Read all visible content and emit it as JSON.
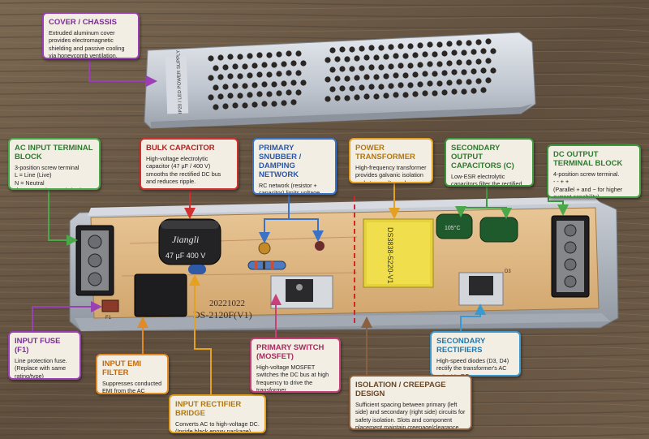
{
  "colors": {
    "cover": "#9b3fb5",
    "ac_input": "#4aa84a",
    "bulk_cap": "#d03030",
    "snubber": "#3a72c8",
    "transformer": "#e4a020",
    "output_caps": "#3f9a3f",
    "dc_output": "#3f9a3f",
    "fuse": "#9b3fb5",
    "emi": "#e08a28",
    "bridge": "#e4a020",
    "mosfet": "#c8407a",
    "rectifiers": "#3a9ad0",
    "isolation": "#8a6040"
  },
  "callouts": {
    "cover": {
      "title": "COVER / CHASSIS",
      "desc": "Extruded aluminum cover provides electromagnetic shielding and passive cooling via honeycomb ventilation."
    },
    "ac_input": {
      "title": "AC INPUT TERMINAL BLOCK",
      "desc": "3-position screw terminal\nL = Line (Live)\nN = Neutral\n⏚ = Protective Earth (PE)"
    },
    "bulk_cap": {
      "title": "BULK CAPACITOR",
      "desc": "High-voltage electrolytic capacitor (47 µF / 400 V) smooths the rectified DC bus and reduces ripple."
    },
    "snubber": {
      "title": "PRIMARY SNUBBER / DAMPING NETWORK",
      "desc": "RC network (resistor + capacitor) limits voltage spikes across the primary switch."
    },
    "transformer": {
      "title": "POWER TRANSFORMER",
      "desc": "High-frequency transformer provides galvanic isolation and steps voltage down."
    },
    "output_caps": {
      "title": "SECONDARY OUTPUT CAPACITORS (C)",
      "desc": "Low-ESR electrolytic capacitors filter the rectified output voltage."
    },
    "dc_output": {
      "title": "DC OUTPUT TERMINAL BLOCK",
      "desc": "4-position screw terminal.\n-   -   +   +\n(Parallel + and − for higher current capability)"
    },
    "fuse": {
      "title": "INPUT FUSE (F1)",
      "desc": "Line protection fuse. (Replace with same rating/type)"
    },
    "emi": {
      "title": "INPUT EMI FILTER",
      "desc": "Suppresses conducted EMI from the AC mains."
    },
    "bridge": {
      "title": "INPUT RECTIFIER BRIDGE",
      "desc": "Converts AC to high-voltage DC. (Inside black epoxy package)"
    },
    "mosfet": {
      "title": "PRIMARY SWITCH (MOSFET)",
      "desc": "High-voltage MOSFET switches the DC bus at high frequency to drive the transformer."
    },
    "rectifiers": {
      "title": "SECONDARY RECTIFIERS",
      "desc": "High-speed diodes (D3, D4) rectify the transformer's AC output to DC."
    },
    "isolation": {
      "title": "ISOLATION / CREEPAGE DESIGN",
      "desc": "Sufficient spacing between primary (left side) and secondary (right side) circuits for safety isolation. Slots and component placement maintain creepage/clearance distances."
    }
  },
  "pcb_text": {
    "date": "20221022",
    "model": "DS-2120F(V1)",
    "cap_brand": "Jiangli",
    "cap_rating": "47 µF 400 V",
    "cap_temp": "105°C",
    "transformer_code": "DS3838-5220-V1",
    "rectifier_id": "D3",
    "fuse_id": "F1",
    "cover_marking": "IP20 / LED POWER SUPPLY"
  }
}
